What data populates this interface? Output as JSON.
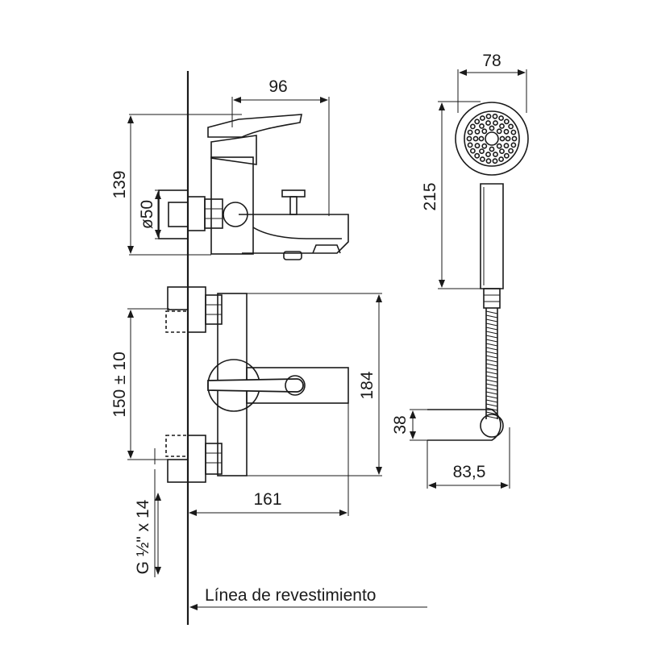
{
  "dimensions": {
    "width_top": "96",
    "height_top": "139",
    "diameter": "ø50",
    "shower_width": "78",
    "shower_length": "215",
    "centers": "150 ± 10",
    "body_height": "184",
    "body_depth": "161",
    "holder_height": "38",
    "holder_depth": "83,5",
    "thread": "G ½\" x 14"
  },
  "wall_line_label": "Línea de revestimiento"
}
